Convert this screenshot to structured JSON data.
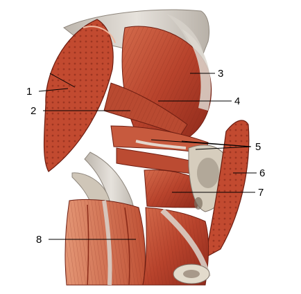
{
  "figure": {
    "labels": [
      {
        "id": "1",
        "text": "1"
      },
      {
        "id": "2",
        "text": "2"
      },
      {
        "id": "3",
        "text": "3"
      },
      {
        "id": "4",
        "text": "4"
      },
      {
        "id": "5",
        "text": "5"
      },
      {
        "id": "6",
        "text": "6"
      },
      {
        "id": "7",
        "text": "7"
      },
      {
        "id": "8",
        "text": "8"
      }
    ]
  },
  "colors": {
    "muscle_dark": "#9e3020",
    "muscle_mid": "#c8553b",
    "muscle_light": "#e08a6a",
    "tendon": "#d9d4cc",
    "fascia": "#cfcac3",
    "bone": "#e2d8c6",
    "leader_line": "#000000"
  }
}
